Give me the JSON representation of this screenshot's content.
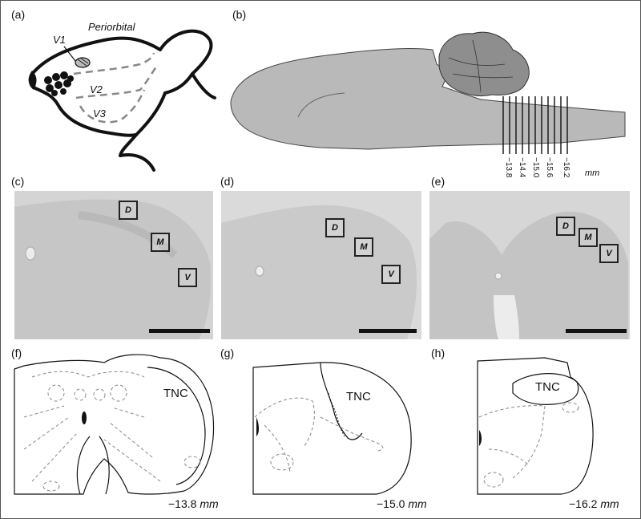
{
  "panels": {
    "a": {
      "label": "(a)",
      "periorbital": "Periorbital",
      "v1": "V1",
      "v2": "V2",
      "v3": "V3"
    },
    "b": {
      "label": "(b)",
      "ticks": [
        "−13.8",
        "−14.4",
        "−15.0",
        "−15.6",
        "−16.2"
      ],
      "unit": "mm"
    },
    "c": {
      "label": "(c)",
      "boxes": [
        "D",
        "M",
        "V"
      ]
    },
    "d": {
      "label": "(d)",
      "boxes": [
        "D",
        "M",
        "V"
      ]
    },
    "e": {
      "label": "(e)",
      "boxes": [
        "D",
        "M",
        "V"
      ]
    },
    "f": {
      "label": "(f)",
      "region": "TNC",
      "coord": "−13.8",
      "unit": "mm"
    },
    "g": {
      "label": "(g)",
      "region": "TNC",
      "coord": "−15.0",
      "unit": "mm"
    },
    "h": {
      "label": "(h)",
      "region": "TNC",
      "coord": "−16.2",
      "unit": "mm"
    }
  }
}
